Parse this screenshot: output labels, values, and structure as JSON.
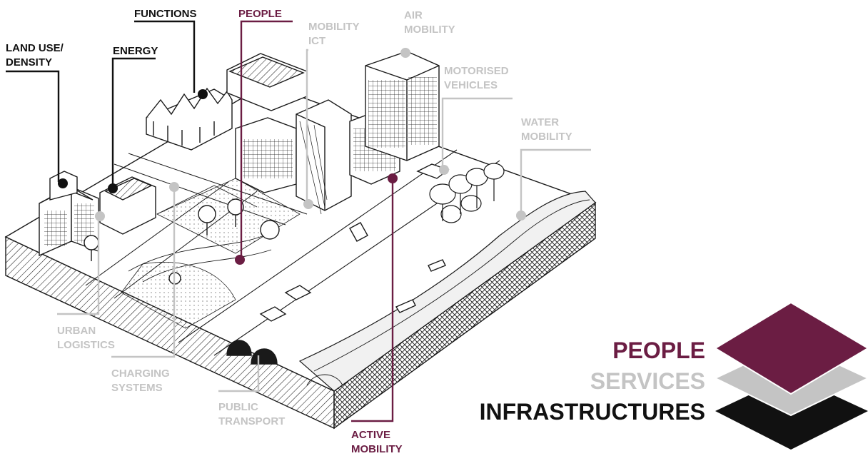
{
  "colors": {
    "people": "#6b1d43",
    "services": "#c4c4c4",
    "infrastructures": "#111111",
    "sketch": "#1a1a1a",
    "ground": "#f3f3f3"
  },
  "labels": {
    "land_use_1": "LAND USE/",
    "land_use_2": "DENSITY",
    "functions": "FUNCTIONS",
    "energy": "ENERGY",
    "people": "PEOPLE",
    "mobility_ict_1": "MOBILITY",
    "mobility_ict_2": "ICT",
    "air_mobility_1": "AIR",
    "air_mobility_2": "MOBILITY",
    "motorised_1": "MOTORISED",
    "motorised_2": "VEHICLES",
    "water_1": "WATER",
    "water_2": "MOBILITY",
    "urban_logistics_1": "URBAN",
    "urban_logistics_2": "LOGISTICS",
    "charging_1": "CHARGING",
    "charging_2": "SYSTEMS",
    "public_transport_1": "PUBLIC",
    "public_transport_2": "TRANSPORT",
    "active_mobility_1": "ACTIVE",
    "active_mobility_2": "MOBILITY"
  },
  "legend": {
    "people": "PEOPLE",
    "services": "SERVICES",
    "infrastructures": "INFRASTRUCTURES"
  }
}
